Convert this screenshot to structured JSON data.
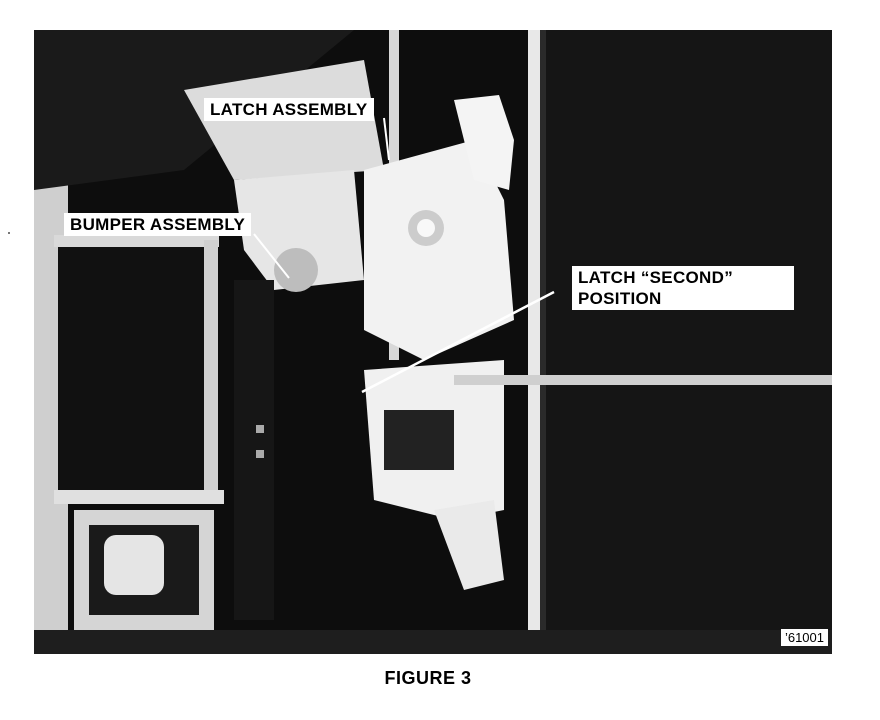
{
  "figure": {
    "callouts": {
      "latch_assembly": "LATCH ASSEMBLY",
      "bumper_assembly": "BUMPER ASSEMBLY",
      "second_position_line1": "LATCH “SECOND”",
      "second_position_line2": "POSITION"
    },
    "photo_id": "’61001",
    "caption": "FIGURE 3"
  }
}
